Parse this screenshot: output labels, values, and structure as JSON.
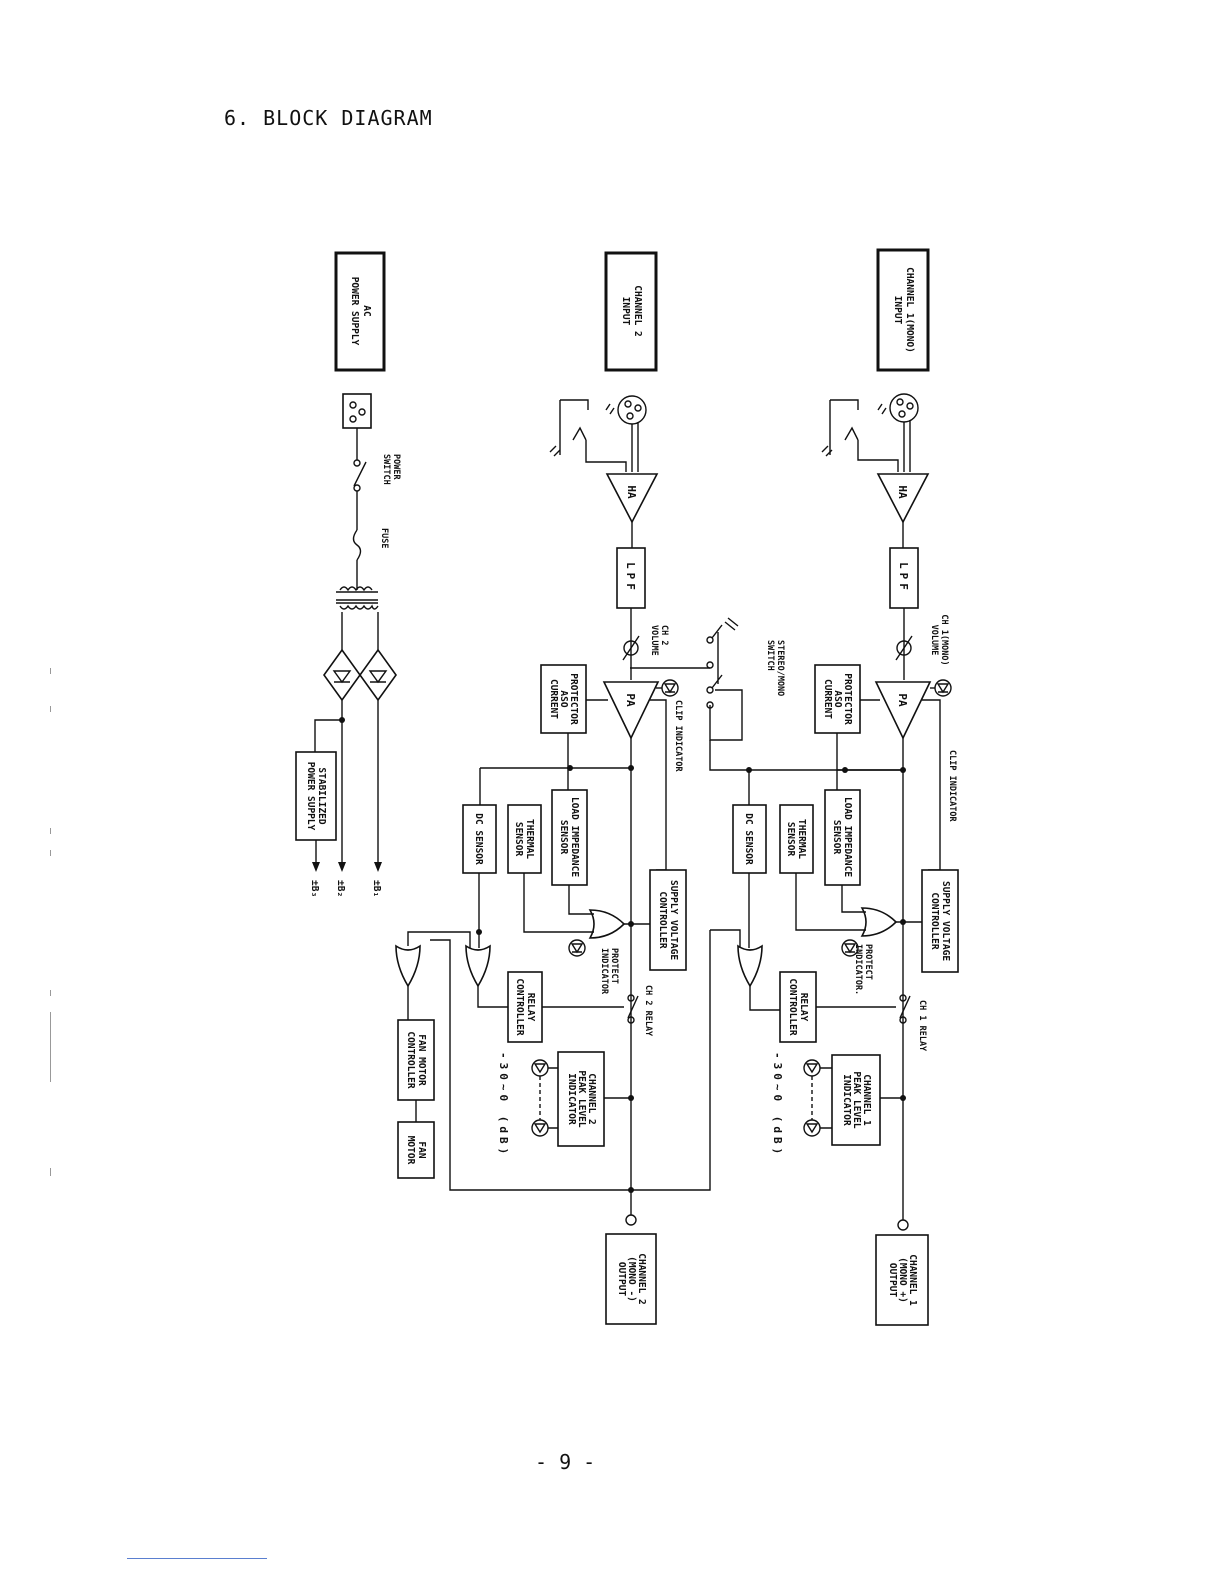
{
  "page": {
    "title": "6. BLOCK DIAGRAM",
    "page_number": "- 9 -"
  },
  "inputs": {
    "ch1": [
      "CHANNEL 1(MONO)",
      "INPUT"
    ],
    "ch2": [
      "CHANNEL 2",
      "INPUT"
    ],
    "ac": [
      "AC",
      "POWER SUPPLY"
    ]
  },
  "outputs": {
    "ch1": [
      "CHANNEL 1",
      "(MONO +)",
      "OUTPUT"
    ],
    "ch2": [
      "CHANNEL 2",
      "(MONO -)",
      "OUTPUT"
    ]
  },
  "blocks": {
    "ha": "HA",
    "lpf": "LPF",
    "pa": "PA",
    "protector": [
      "PROTECTOR",
      "ASO",
      "CURRENT"
    ],
    "load_impedance": [
      "LOAD IMPEDANCE",
      "SENSOR"
    ],
    "thermal": [
      "THERMAL",
      "SENSOR"
    ],
    "dc_sensor": "DC SENSOR",
    "supply_voltage": [
      "SUPPLY VOLTAGE",
      "CONTROLLER"
    ],
    "relay_controller": [
      "RELAY",
      "CONTROLLER"
    ],
    "ch1_peak": [
      "CHANNEL 1",
      "PEAK LEVEL",
      "INDICATOR"
    ],
    "ch2_peak": [
      "CHANNEL 2",
      "PEAK LEVEL",
      "INDICATOR"
    ],
    "stabilized": [
      "STABILIZED",
      "POWER SUPPLY"
    ],
    "fan_motor_controller": [
      "FAN MOTOR",
      "CONTROLLER"
    ],
    "fan_motor": [
      "FAN",
      "MOTOR"
    ]
  },
  "labels": {
    "ch1_volume": [
      "CH 1(MONO)",
      "VOLUME"
    ],
    "ch2_volume": [
      "CH 2",
      "VOLUME"
    ],
    "stereo_mono": [
      "STEREO/MONO",
      "SWITCH"
    ],
    "clip_indicator": "CLIP INDICATOR",
    "protect_indicator_1": [
      "PROTECT",
      "INDICATOR."
    ],
    "protect_indicator_2": [
      "PROTECT",
      "INDICATOR"
    ],
    "ch1_relay": "CH 1 RELAY",
    "ch2_relay": "CH 2 RELAY",
    "db_range": "-30~0 (dB)",
    "power_switch": [
      "POWER",
      "SWITCH"
    ],
    "fuse": "FUSE",
    "b1": "±B₁",
    "b2": "±B₂",
    "b3": "±B₃"
  }
}
